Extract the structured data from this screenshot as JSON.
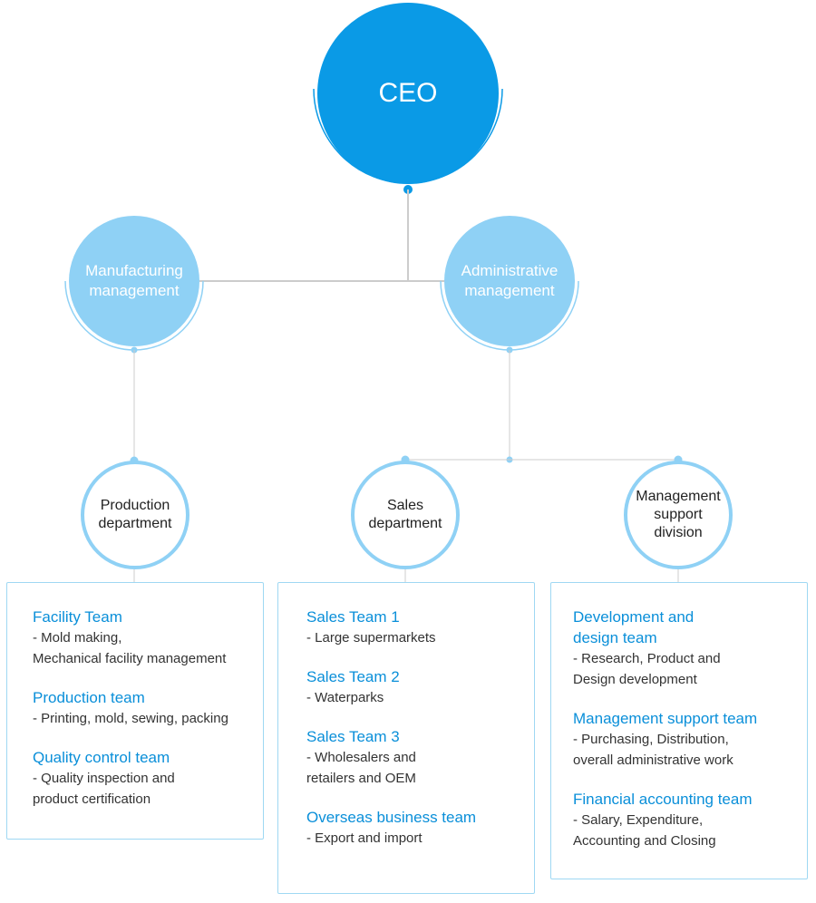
{
  "ceo": {
    "label": "CEO"
  },
  "management": [
    {
      "label": "Manufacturing\nmanagement"
    },
    {
      "label": "Administrative\nmanagement"
    }
  ],
  "departments": [
    {
      "label": "Production\ndepartment"
    },
    {
      "label": "Sales\ndepartment"
    },
    {
      "label": "Management\nsupport\ndivision"
    }
  ],
  "boxes": [
    {
      "teams": [
        {
          "name": "Facility Team",
          "desc": "- Mold making,\nMechanical facility management"
        },
        {
          "name": "Production team",
          "desc": "- Printing, mold, sewing, packing"
        },
        {
          "name": "Quality control team",
          "desc": "- Quality inspection and\nproduct certification"
        }
      ]
    },
    {
      "teams": [
        {
          "name": "Sales Team 1",
          "desc": "- Large supermarkets"
        },
        {
          "name": "Sales Team 2",
          "desc": "- Waterparks"
        },
        {
          "name": "Sales Team 3",
          "desc": "- Wholesalers and\nretailers and OEM"
        },
        {
          "name": "Overseas business team",
          "desc": "- Export and import"
        }
      ]
    },
    {
      "teams": [
        {
          "name": "Development and\ndesign team",
          "desc": "- Research, Product and\nDesign development"
        },
        {
          "name": "Management support team",
          "desc": "- Purchasing, Distribution,\noverall administrative work"
        },
        {
          "name": "Financial accounting team",
          "desc": "- Salary, Expenditure,\nAccounting and Closing"
        }
      ]
    }
  ],
  "colors": {
    "ceo": "#0a9ae6",
    "management": "#8fd1f5",
    "accent_text": "#0a8fd9",
    "connector": "#cccccc"
  }
}
